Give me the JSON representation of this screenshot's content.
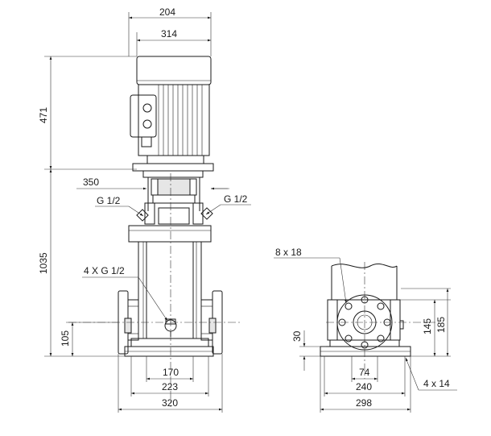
{
  "dimensions": {
    "top_204": "204",
    "top_314": "314",
    "left_471": "471",
    "left_1035": "1035",
    "left_105": "105",
    "flange_350": "350",
    "bottom_170": "170",
    "bottom_223": "223",
    "bottom_320": "320",
    "side_30": "30",
    "side_74": "74",
    "side_240": "240",
    "side_298": "298",
    "side_145": "145",
    "side_185": "185"
  },
  "labels": {
    "g_left": "G 1/2",
    "g_right": "G 1/2",
    "four_g": "4 X G 1/2",
    "holes_8x18": "8 x 18",
    "holes_4x14": "4 x 14"
  }
}
